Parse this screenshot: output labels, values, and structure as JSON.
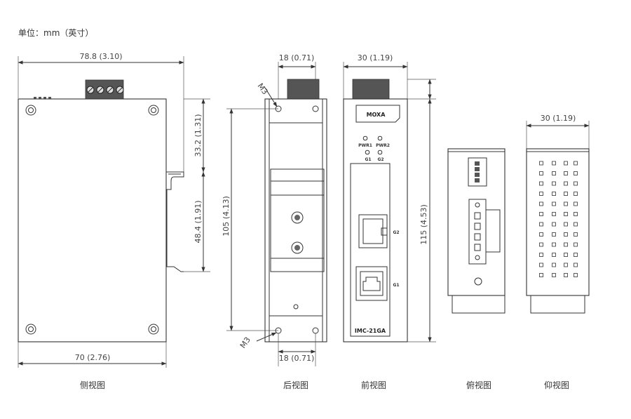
{
  "unit_label": "单位：mm（英寸）",
  "views": {
    "side": {
      "caption": "侧视图",
      "width_top": "78.8 (3.10)",
      "width_bottom": "70 (2.76)",
      "height_upper": "33.2 (1.31)",
      "height_lower": "48.4 (1.91)"
    },
    "rear": {
      "caption": "后视图",
      "width_top": "18 (0.71)",
      "width_bottom": "18 (0.71)",
      "height": "105 (4.13)",
      "screw_top": "M3",
      "screw_bottom": "M3"
    },
    "front": {
      "caption": "前视图",
      "width_top": "30 (1.19)",
      "height": "115 (4.53)",
      "brand": "MOXA",
      "led_pwr1": "PWR1",
      "led_pwr2": "PWR2",
      "led_g1": "G1",
      "led_g2": "G2",
      "port_g2": "G2",
      "port_g1": "G1",
      "model": "IMC-21GA"
    },
    "top": {
      "caption": "俯视图"
    },
    "bottom": {
      "caption": "仰视图",
      "width_top": "30 (1.19)"
    }
  }
}
